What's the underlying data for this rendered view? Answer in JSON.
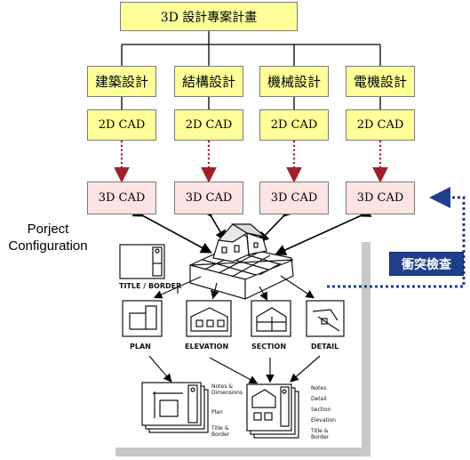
{
  "top": {
    "title": "3D 設計專案計畫"
  },
  "disciplines": [
    {
      "name": "建築設計",
      "cad2d": "2D CAD",
      "cad3d": "3D CAD"
    },
    {
      "name": "結構設計",
      "cad2d": "2D CAD",
      "cad3d": "3D CAD"
    },
    {
      "name": "機械設計",
      "cad2d": "2D CAD",
      "cad3d": "3D CAD"
    },
    {
      "name": "電機設計",
      "cad2d": "2D CAD",
      "cad3d": "3D CAD"
    }
  ],
  "config_label": {
    "line1": "Porject",
    "line2": "Configuration"
  },
  "collision_check": {
    "label": "衝突檢查"
  },
  "sketch": {
    "title_border": "TITLE / BORDER",
    "plan": "PLAN",
    "elevation": "ELEVATION",
    "section": "SECTION",
    "detail": "DETAIL",
    "sheet1_notes": [
      "Notes &",
      "Dimensions",
      "Plan",
      "Title &",
      "Border"
    ],
    "sheet2_notes": [
      "Notes",
      "Detail",
      "Section",
      "Elevation",
      "Title &",
      "Border"
    ]
  },
  "colors": {
    "yellow": "#ffff99",
    "pink": "#fde4e4",
    "dotted_red": "#a0202a",
    "dotted_blue": "#1f3f8a",
    "badge_blue": "#1f3f8a"
  }
}
